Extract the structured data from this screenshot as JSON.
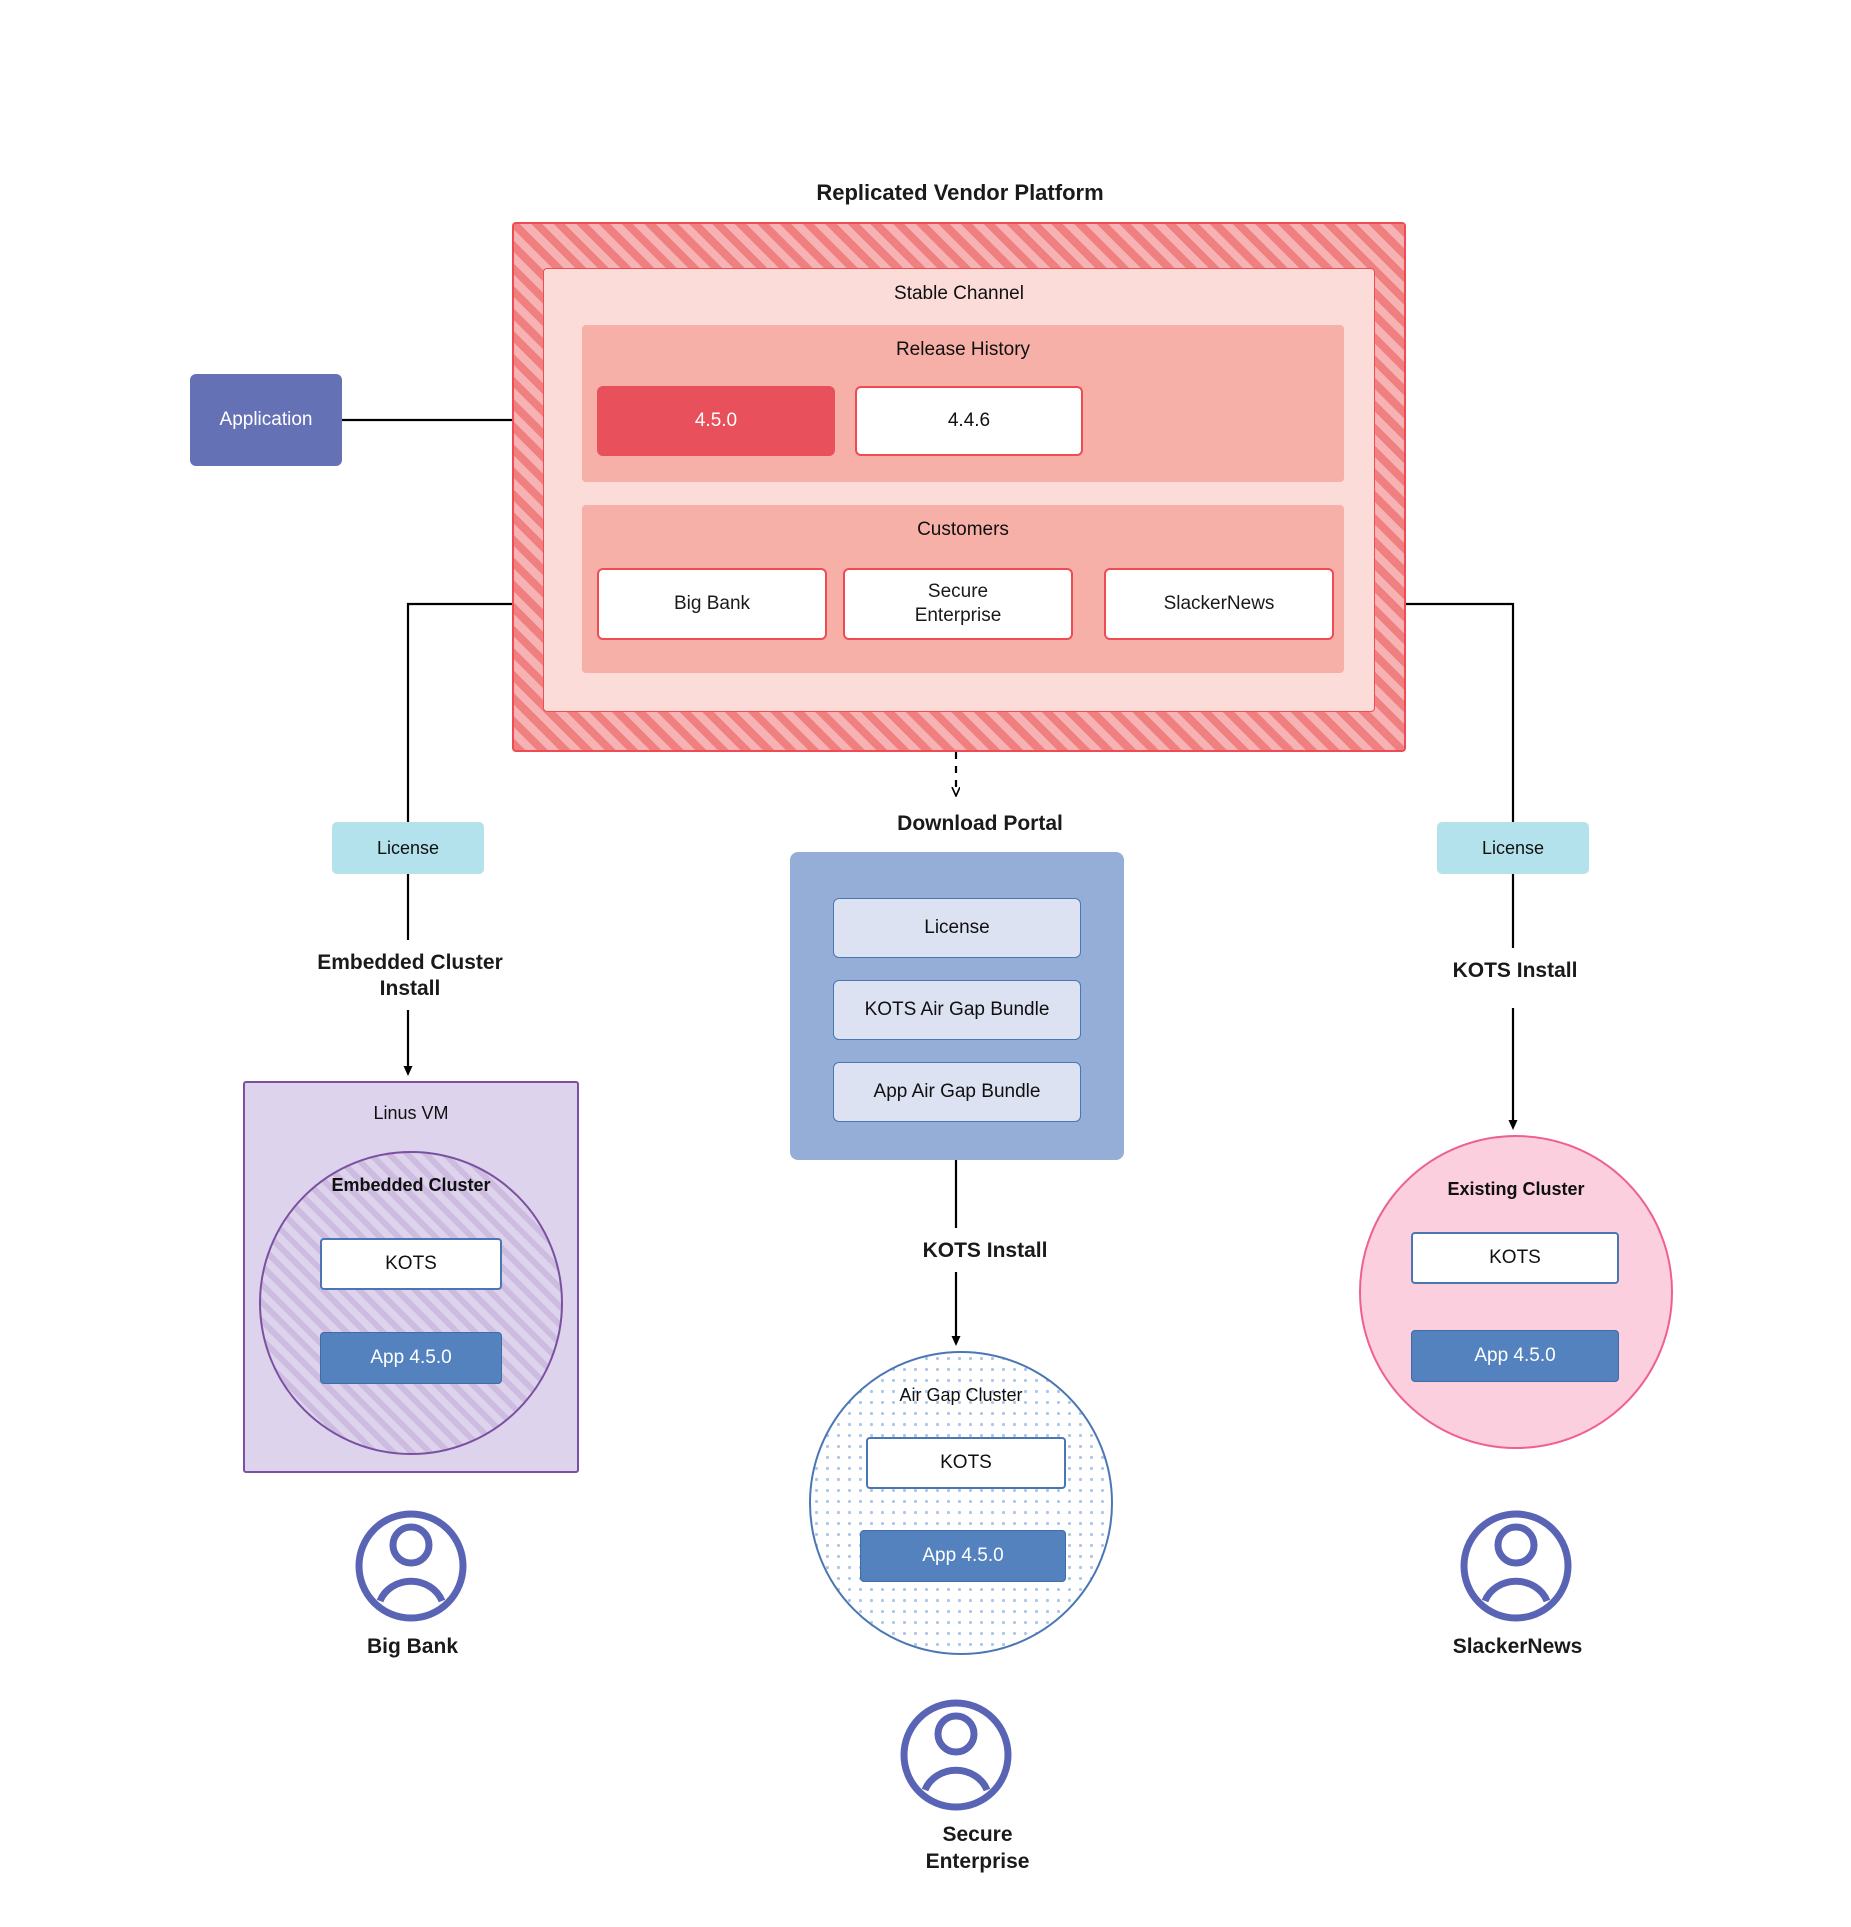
{
  "diagram": {
    "title": "Replicated Vendor Platform",
    "vendor_platform": {
      "title": "Replicated Vendor Platform",
      "stable_channel": {
        "title": "Stable Channel",
        "release_history": {
          "title": "Release History",
          "releases": [
            {
              "version": "4.5.0",
              "state": "current",
              "color": "#e8505b"
            },
            {
              "version": "4.4.6",
              "state": "previous",
              "color": "#ffffff"
            }
          ]
        },
        "customers": {
          "title": "Customers",
          "items": [
            {
              "name": "Big Bank"
            },
            {
              "name": "Secure\nEnterprise"
            },
            {
              "name": "SlackerNews"
            }
          ]
        }
      }
    },
    "application": {
      "label": "Application",
      "color": "#6471b5"
    },
    "licenses": [
      {
        "label": "License",
        "branch": "left",
        "color": "#b3e2ec"
      },
      {
        "label": "License",
        "branch": "right",
        "color": "#b3e2ec"
      }
    ],
    "download_portal": {
      "title": "Download  Portal",
      "color": "#94aed8",
      "items": [
        {
          "label": "License"
        },
        {
          "label": "KOTS Air Gap Bundle"
        },
        {
          "label": "App Air Gap Bundle"
        }
      ]
    },
    "branches": {
      "left": {
        "install_label": "Embedded Cluster\nInstall",
        "host": {
          "title": "Linus VM",
          "color": "#ded3ec"
        },
        "cluster": {
          "title": "Embedded Cluster",
          "hatched": true
        },
        "components": [
          {
            "label": "KOTS",
            "kind": "kots"
          },
          {
            "label": "App 4.5.0",
            "kind": "app"
          }
        ],
        "persona": {
          "name": "Big Bank"
        }
      },
      "middle": {
        "install_label": "KOTS Install",
        "cluster": {
          "title": "Air Gap Cluster",
          "pattern": "dotted"
        },
        "components": [
          {
            "label": "KOTS",
            "kind": "kots"
          },
          {
            "label": "App 4.5.0",
            "kind": "app"
          }
        ],
        "persona": {
          "name": "Secure\nEnterprise"
        }
      },
      "right": {
        "install_label": "KOTS Install",
        "cluster": {
          "title": "Existing Cluster",
          "color": "#fbcfde"
        },
        "components": [
          {
            "label": "KOTS",
            "kind": "kots"
          },
          {
            "label": "App 4.5.0",
            "kind": "app"
          }
        ],
        "persona": {
          "name": "SlackerNews"
        }
      }
    },
    "colors": {
      "vendor_hatch": "#f08080",
      "release_current": "#e8505b",
      "channel_bg": "#fbdcd8",
      "group_bg": "#f7b0a7",
      "application": "#6471b5",
      "license": "#b3e2ec",
      "portal": "#94aed8",
      "app": "#5382bf",
      "kots_border": "#4a77b4",
      "vm": "#ded3ec",
      "vm_border": "#7a50a0",
      "existing_cluster": "#fbcfde",
      "existing_border": "#ee5f92",
      "persona": "#5a64b5"
    }
  }
}
